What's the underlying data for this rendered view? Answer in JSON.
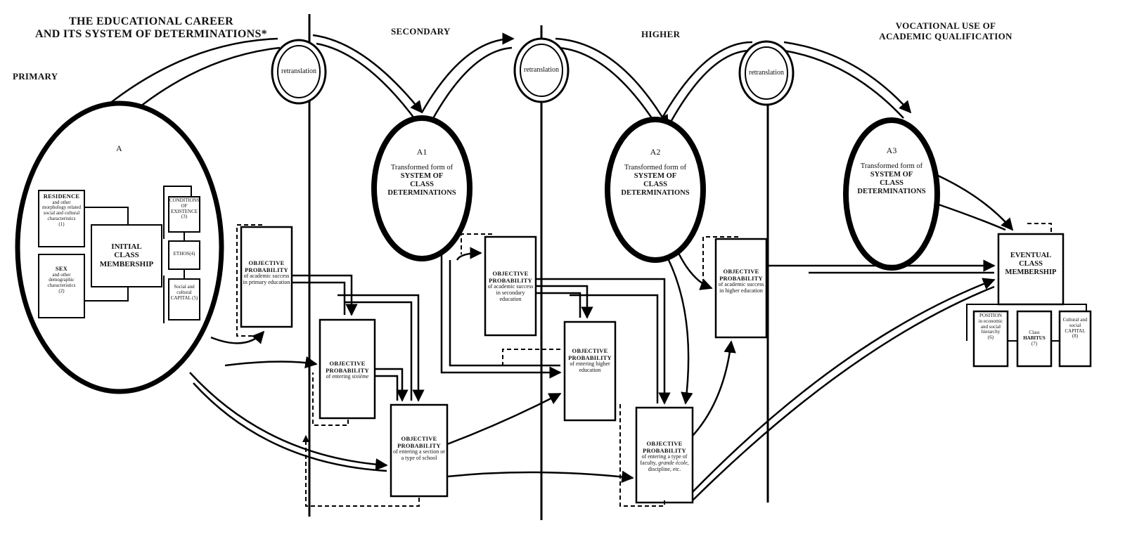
{
  "title": {
    "line1": "THE EDUCATIONAL CAREER",
    "line2": "AND ITS SYSTEM OF DETERMINATIONS*"
  },
  "stages": {
    "primary": "PRIMARY",
    "secondary": "SECONDARY",
    "higher": "HIGHER",
    "vocational_line1": "VOCATIONAL USE OF",
    "vocational_line2": "ACADEMIC QUALIFICATION"
  },
  "retranslation": [
    "retranslation",
    "retranslation",
    "retranslation"
  ],
  "ellipse_a": {
    "name": "A",
    "initial_class_membership": [
      "INITIAL",
      "CLASS",
      "MEMBERSHIP"
    ],
    "residence": {
      "head": "RESIDENCE",
      "body": "and other morphology related social and cultural characteristics",
      "num": "(1)"
    },
    "sex": {
      "head": "SEX",
      "body": "and other demographic characteristics",
      "num": "(2)"
    },
    "conditions": {
      "head": "CONDITIONS OF EXISTENCE",
      "num": "(3)"
    },
    "ethos": {
      "head": "ETHOS(4)"
    },
    "capital": {
      "body": "Social and cultural",
      "head": "CAPITAL (5)"
    }
  },
  "transformed": [
    {
      "name": "A1",
      "lite": "Transformed form of",
      "bold1": "SYSTEM OF",
      "bold2": "CLASS",
      "bold3": "DETERMINATIONS"
    },
    {
      "name": "A2",
      "lite": "Transformed form of",
      "bold1": "SYSTEM OF",
      "bold2": "CLASS",
      "bold3": "DETERMINATIONS"
    },
    {
      "name": "A3",
      "lite": "Transformed form of",
      "bold1": "SYSTEM OF",
      "bold2": "CLASS",
      "bold3": "DETERMINATIONS"
    }
  ],
  "boxes": {
    "success_primary": {
      "head": "OBJECTIVE PROBABILITY",
      "body": "of academic success in primary education"
    },
    "entering_sixieme": {
      "head": "OBJECTIVE PROBABILITY",
      "body": "of entering",
      "italic": "sixième"
    },
    "entering_section": {
      "head": "OBJECTIVE PROBABILITY",
      "body": "of entering a section or a type of school"
    },
    "success_secondary": {
      "head": "OBJECTIVE PROBABILITY",
      "body": "of academic success in secondary education"
    },
    "entering_higher": {
      "head": "OBJECTIVE PROBABILITY",
      "body": "of entering higher education"
    },
    "entering_faculty": {
      "head": "OBJECTIVE PROBABILITY",
      "body": "of entering a type of faculty,",
      "italic": "grande école,",
      "tail": "discipline, etc."
    },
    "success_higher": {
      "head": "OBJECTIVE PROBABILITY",
      "body": "of academic success in higher education"
    }
  },
  "eventual": {
    "label": [
      "EVENTUAL",
      "CLASS",
      "MEMBERSHIP"
    ],
    "position": {
      "head": "POSITION",
      "body": "in economic and social hierarchy",
      "num": "(6)"
    },
    "habitus": {
      "body": "Class",
      "head": "HABITUS",
      "num": "(7)"
    },
    "cultural": {
      "body": "Cultural and social",
      "head": "CAPITAL",
      "num": "(8)"
    }
  }
}
